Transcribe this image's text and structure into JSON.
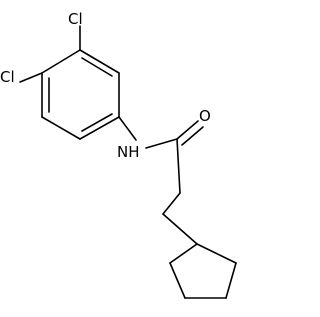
{
  "molecule": {
    "atoms": {
      "cl_upper": "Cl",
      "cl_lower": "Cl",
      "amide_nitrogen": "NH",
      "carbonyl_oxygen": "O"
    }
  }
}
